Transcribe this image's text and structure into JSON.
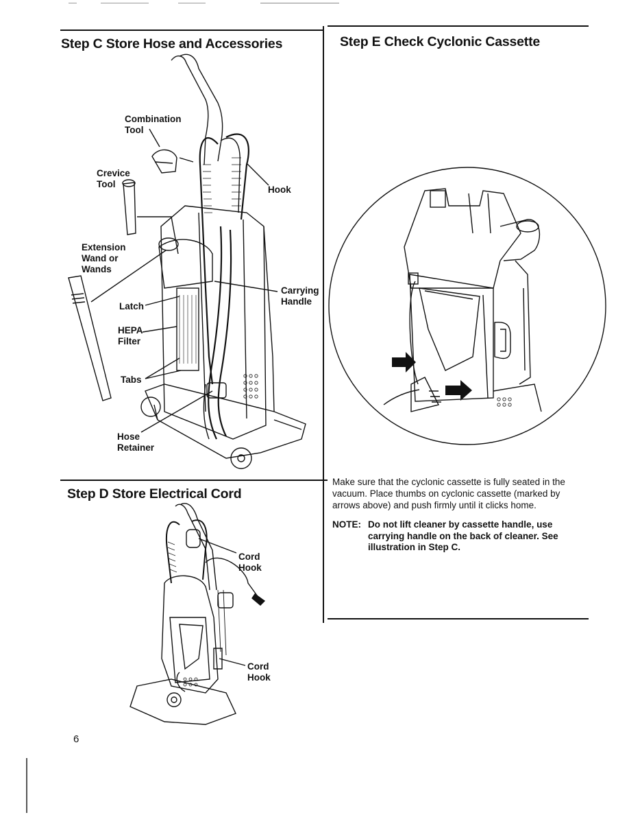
{
  "step_c": {
    "heading": "Step C  Store Hose and Accessories",
    "labels": {
      "combination_tool_1": "Combination",
      "combination_tool_2": "Tool",
      "crevice_tool_1": "Crevice",
      "crevice_tool_2": "Tool",
      "hook": "Hook",
      "extension_1": "Extension",
      "extension_2": "Wand or",
      "extension_3": "Wands",
      "carrying_1": "Carrying",
      "carrying_2": "Handle",
      "latch": "Latch",
      "hepa_1": "HEPA",
      "hepa_2": "Filter",
      "tabs": "Tabs",
      "hose_retainer_1": "Hose",
      "hose_retainer_2": "Retainer"
    }
  },
  "step_d": {
    "heading": "Step D  Store Electrical Cord",
    "labels": {
      "cord_hook_upper_1": "Cord",
      "cord_hook_upper_2": "Hook",
      "cord_hook_lower_1": "Cord",
      "cord_hook_lower_2": "Hook"
    }
  },
  "step_e": {
    "heading": "Step E  Check Cyclonic Cassette",
    "body": "Make sure that the cyclonic cassette is fully seated in the vacuum. Place thumbs on cyclonic cassette (marked by arrows above) and push firmly until it clicks home.",
    "note_label": "NOTE:",
    "note_text": "Do not lift cleaner by cassette handle, use carrying handle on the back of cleaner. See illustration in Step C."
  },
  "page_number": "6"
}
